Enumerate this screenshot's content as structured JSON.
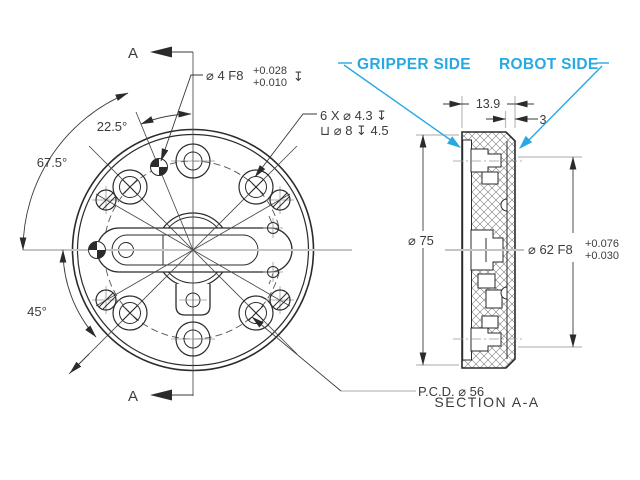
{
  "colors": {
    "accent": "#29a9e1",
    "line": "#2b2b2b"
  },
  "front_view": {
    "section_marker_top": "A",
    "section_marker_bottom": "A",
    "dowel_callout": {
      "dia": "⌀ 4 F8",
      "tol_upper": "+0.028",
      "tol_lower": "+0.010",
      "depth": "↧"
    },
    "bolt_callout": {
      "line1": "6 X ⌀ 4.3 ↧",
      "line2": "⊔ ⌀ 8 ↧ 4.5"
    },
    "angle_dims": {
      "offset": "22.5°",
      "upper": "67.5°",
      "lower": "45°"
    },
    "pcd_label": "P.C.D. ⌀ 56"
  },
  "section_view": {
    "gripper_side": "GRIPPER SIDE",
    "robot_side": "ROBOT SIDE",
    "width": "13.9",
    "plate_thickness": "3",
    "outer_dia": "⌀ 75",
    "bore": {
      "dia": "⌀ 62 F8",
      "tol_upper": "+0.076",
      "tol_lower": "+0.030"
    },
    "caption": "SECTION A-A"
  }
}
